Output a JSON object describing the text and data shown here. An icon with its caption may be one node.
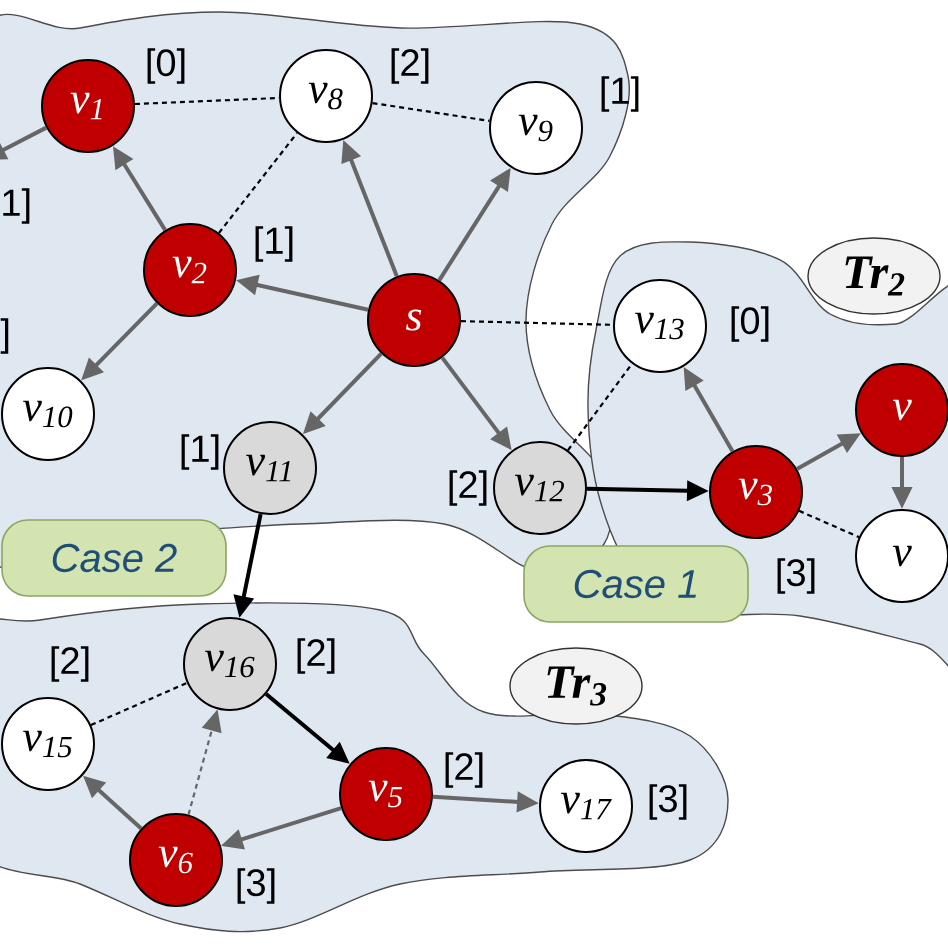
{
  "diagram": {
    "nodes": [
      {
        "text": [
          "v$_{1}$"
        ],
        "beside": [
          "[0]"
        ]
      },
      {
        "text": [
          "v$_{8}$"
        ],
        "beside": [
          "[2]"
        ]
      },
      {
        "text": [
          "v$_{9}$"
        ],
        "beside": [
          "[1]"
        ]
      },
      {
        "text": [
          "v$_{2}$"
        ],
        "beside": [
          "[1]"
        ]
      },
      {
        "text": [
          "s"
        ]
      },
      {
        "text": [
          "v$_{10}$"
        ]
      },
      {
        "text": [
          "v$_{11}$"
        ],
        "beside": [
          "[1]"
        ]
      },
      {
        "text": [
          "v$_{12}$"
        ],
        "beside": [
          "[2]"
        ]
      },
      {
        "text": [
          "v$_{13}$"
        ],
        "beside": [
          "[0]"
        ]
      },
      {
        "text": [
          "Tr$_{2}$"
        ]
      },
      {
        "text": [
          "v$_{3}$"
        ],
        "beside": [
          "[3]"
        ]
      },
      {
        "text": [
          "v"
        ]
      },
      {
        "text": [
          "v"
        ]
      },
      {
        "text": [
          "Case 2"
        ]
      },
      {
        "text": [
          "Case 1"
        ]
      },
      {
        "text": [
          "v$_{16}$"
        ],
        "beside": [
          "[2]"
        ]
      },
      {
        "text": [
          "Tr$_{3}$"
        ]
      },
      {
        "text": [
          "v$_{15}$"
        ],
        "beside": [
          "[2]"
        ]
      },
      {
        "text": [
          "v$_{5}$"
        ],
        "beside": [
          "[2]"
        ]
      },
      {
        "text": [
          "v$_{6}$"
        ],
        "beside": [
          "[3]"
        ]
      },
      {
        "text": [
          "v$_{17}$"
        ],
        "beside": [
          "[3]"
        ]
      }
    ],
    "edges": [
      {
        "from": 4,
        "to": 3,
        "arrow": "to"
      },
      {
        "from": 4,
        "to": 1,
        "arrow": "to"
      },
      {
        "from": 4,
        "to": 2,
        "arrow": "to"
      },
      {
        "from": 4,
        "to": 6,
        "arrow": "to"
      },
      {
        "from": 4,
        "to": 7,
        "arrow": "to"
      },
      {
        "from": 4,
        "to": 8,
        "arrow": "none",
        "style": "dashed",
        "color": "#000000"
      },
      {
        "from": 3,
        "to": 0,
        "arrow": "to"
      },
      {
        "from": 3,
        "to": 5,
        "arrow": "to"
      },
      {
        "from": 0,
        "to": null,
        "arrow": "to"
      },
      {
        "from": 0,
        "to": 1,
        "arrow": "none",
        "style": "dashed",
        "color": "#000000"
      },
      {
        "from": 1,
        "to": 2,
        "arrow": "none",
        "style": "dashed",
        "color": "#000000"
      },
      {
        "from": 3,
        "to": 1,
        "arrow": "none",
        "style": "dashed",
        "color": "#000000"
      },
      {
        "from": 6,
        "to": 15,
        "arrow": "to",
        "color": "#000000"
      },
      {
        "from": 7,
        "to": 10,
        "arrow": "to",
        "color": "#000000"
      },
      {
        "from": 7,
        "to": 8,
        "arrow": "none",
        "style": "dashed",
        "color": "#000000"
      },
      {
        "from": 10,
        "to": 8,
        "arrow": "to"
      },
      {
        "from": 10,
        "to": 11,
        "arrow": "to"
      },
      {
        "from": 10,
        "to": 12,
        "arrow": "none",
        "style": "dashed",
        "color": "#000000"
      },
      {
        "from": 11,
        "to": 12,
        "arrow": "to"
      },
      {
        "from": 15,
        "to": 18,
        "arrow": "to",
        "color": "#000000"
      },
      {
        "from": 18,
        "to": 19,
        "arrow": "to"
      },
      {
        "from": 19,
        "to": 17,
        "arrow": "to"
      },
      {
        "from": 19,
        "to": 15,
        "arrow": "to",
        "style": "dashed"
      },
      {
        "from": 17,
        "to": 15,
        "arrow": "none",
        "style": "dashed",
        "color": "#000000"
      },
      {
        "from": 18,
        "to": 20,
        "arrow": "to"
      }
    ],
    "labels": [
      "1]",
      "]"
    ]
  }
}
